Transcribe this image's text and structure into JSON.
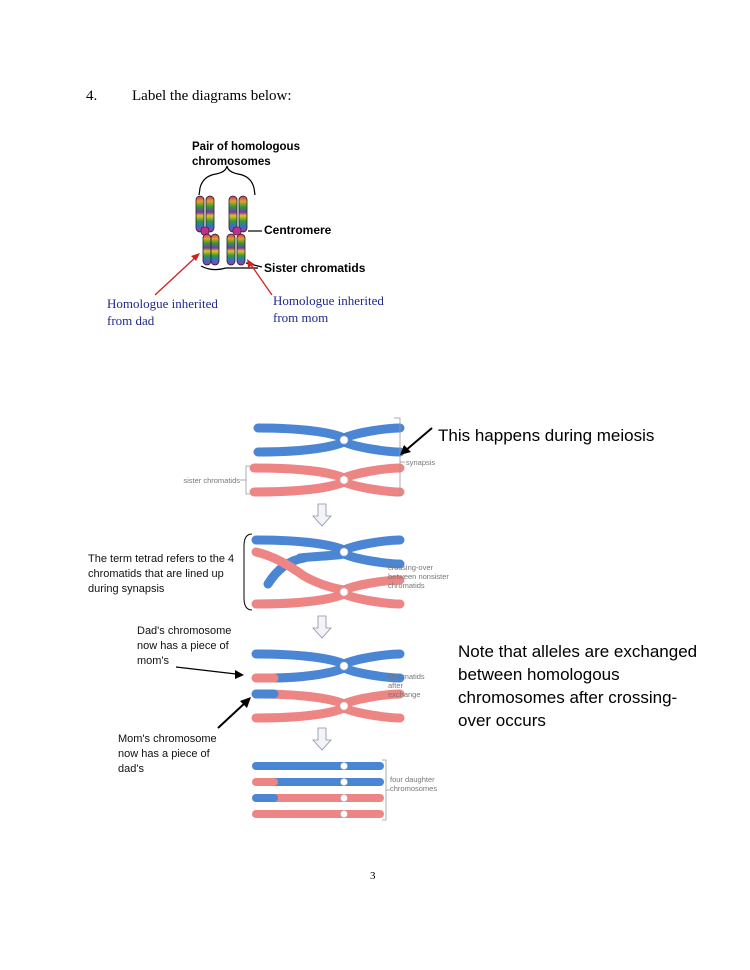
{
  "question": {
    "number": "4.",
    "text": "Label the diagrams below:"
  },
  "diagram1": {
    "pair_label": "Pair of homologous chromosomes",
    "centromere_label": "Centromere",
    "sister_label": "Sister chromatids",
    "dad_label": "Homologue inherited from dad",
    "mom_label": "Homologue inherited from mom"
  },
  "diagram2": {
    "happens_label": "This happens during meiosis",
    "synapsis_label": "synapsis",
    "sister_chromatids_label": "sister chromatids",
    "tetrad_note": "The term tetrad refers to the 4 chromatids that are lined up during synapsis",
    "crossing_label": "crossing-over between nonsister chromatids",
    "dad_note": "Dad's chromosome now has a piece of mom's",
    "chromatids_after_label": "chromatids after exchange",
    "alleles_note": "Note that alleles are exchanged between homologous chromosomes after crossing-over occurs",
    "mom_note": "Mom's chromosome now has a piece of dad's",
    "four_daughter_label": "four daughter chromosomes"
  },
  "colors": {
    "blue": "#4a86d4",
    "pink": "#ee8585",
    "navy": "#1f2a8a",
    "red_arrow": "#d42020"
  },
  "page_number": "3"
}
